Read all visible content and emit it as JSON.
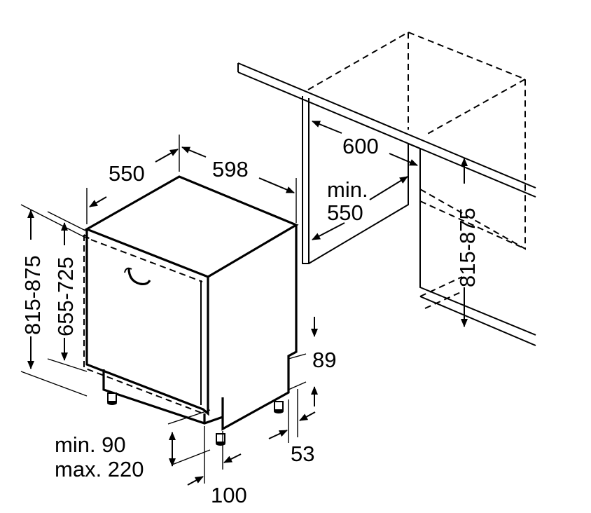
{
  "labels": {
    "depth": "550",
    "width": "598",
    "niche_depth": "600",
    "niche_min_depth_line1": "min.",
    "niche_min_depth_line2": "550",
    "niche_height": "815-875",
    "total_height": "815-875",
    "door_height": "655-725",
    "plinth_height": "89",
    "foot_inset": "53",
    "plinth_setback_line1": "min. 90",
    "plinth_setback_line2": "max. 220",
    "plinth_depth": "100"
  }
}
